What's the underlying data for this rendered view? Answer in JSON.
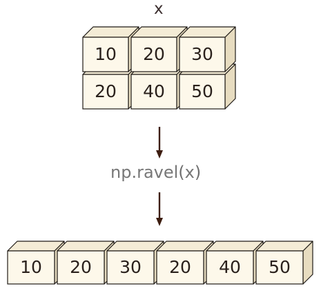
{
  "top_label": "x",
  "input_array": {
    "rows": [
      [
        "10",
        "20",
        "30"
      ],
      [
        "20",
        "40",
        "50"
      ]
    ]
  },
  "operation": {
    "fn": "np.ravel",
    "open_paren": "(",
    "arg": "x",
    "close_paren": ")"
  },
  "output_array": [
    "10",
    "20",
    "30",
    "20",
    "40",
    "50"
  ],
  "colors": {
    "cube_front": "#fdf8ea",
    "cube_top": "#f4ecd6",
    "cube_side": "#e7dcc0",
    "cube_stroke": "#1e1a16",
    "arrow": "#3d1d10"
  }
}
